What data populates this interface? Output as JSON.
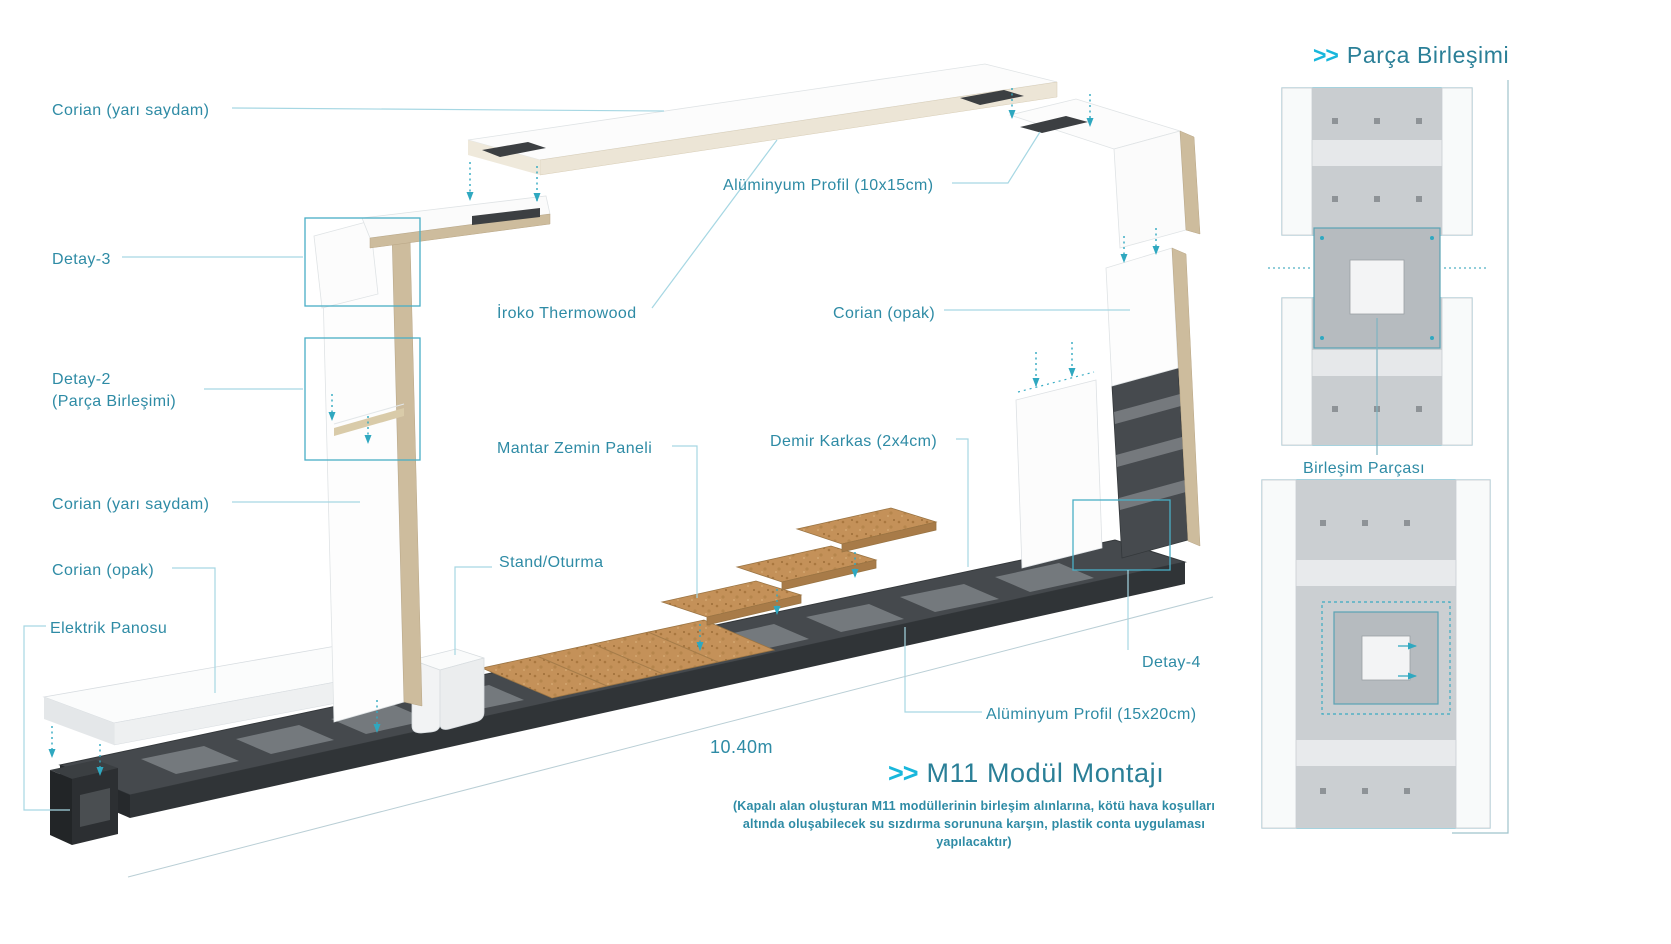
{
  "callouts": {
    "corian_semi_top": "Corian (yarı saydam)",
    "detay_3": "Detay-3",
    "iroko_thermowood": "İroko Thermowood",
    "aluminum_profile_small": "Alüminyum Profil (10x15cm)",
    "corian_opaque_right": "Corian (opak)",
    "detay_2_line1": "Detay-2",
    "detay_2_line2": "(Parça Birleşimi)",
    "corian_semi_left": "Corian (yarı saydam)",
    "mantar_zemin_paneli": "Mantar Zemin Paneli",
    "demir_karkas": "Demir Karkas (2x4cm)",
    "corian_opaque_left": "Corian (opak)",
    "stand_oturma": "Stand/Oturma",
    "elektrik_panosu": "Elektrik Panosu",
    "detay_4": "Detay-4",
    "aluminum_profile_large": "Alüminyum Profil (15x20cm)"
  },
  "dimension": {
    "length": "10.40m"
  },
  "right_panel": {
    "chevrons": ">>",
    "title": "Parça Birleşimi",
    "part_label": "Birleşim Parçası"
  },
  "footer": {
    "chevrons": ">>",
    "title": "M11 Modül Montajı",
    "note": "(Kapalı alan oluşturan M11 modüllerinin birleşim alınlarına, kötü hava koşulları altında oluşabilecek su sızdırma sorununa karşın, plastik conta uygulaması yapılacaktır)"
  },
  "colors": {
    "label_text": "#2e8ba5",
    "chevron_accent": "#18b7dc",
    "leader_line": "#a6d7e3",
    "arrow_teal": "#2fa8c0",
    "detail_box": "#49aec5",
    "cork": "#c49159",
    "wood_edge": "#cdbc9d",
    "frame_dark": "#45494d"
  }
}
